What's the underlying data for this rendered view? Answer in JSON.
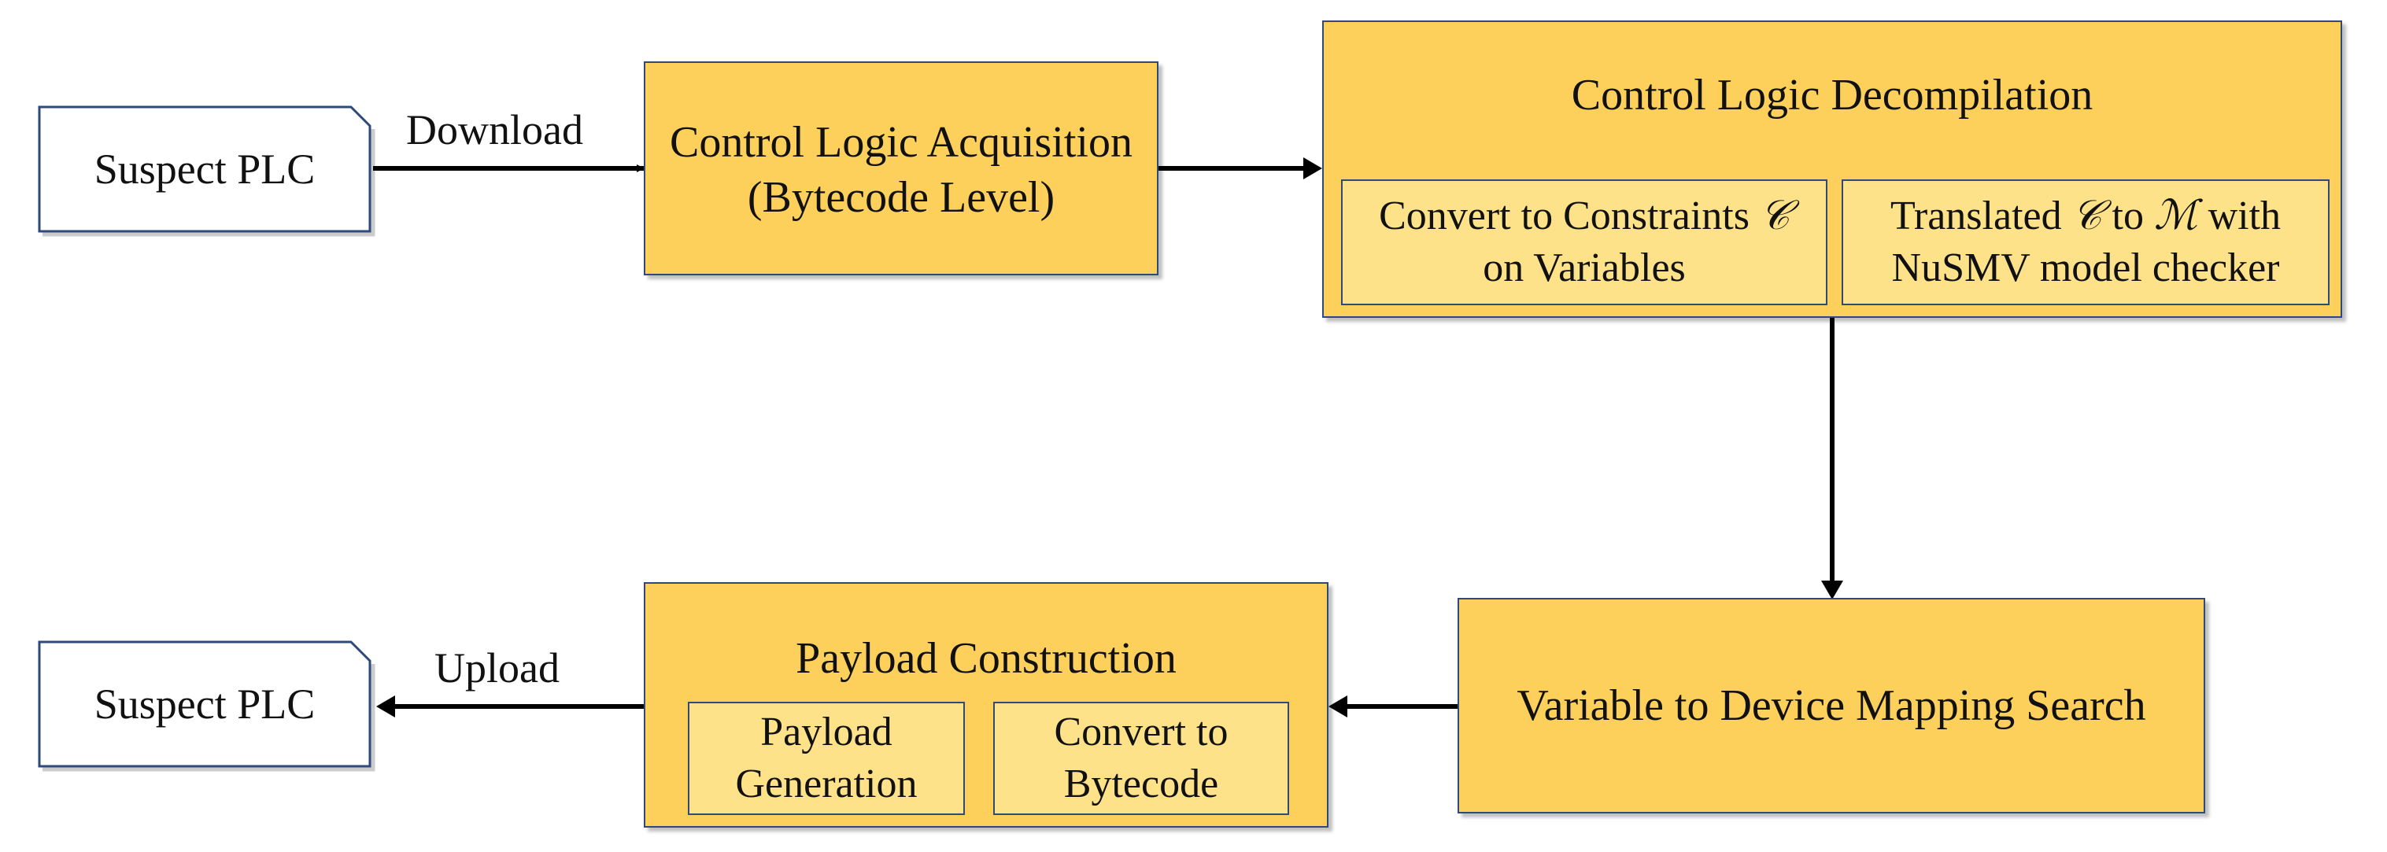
{
  "source_plc": "Suspect PLC",
  "target_plc": "Suspect PLC",
  "edge_download": "Download",
  "edge_upload": "Upload",
  "acquisition": {
    "line1": "Control Logic Acquisition",
    "line2": "(Bytecode Level)"
  },
  "decompilation": {
    "title": "Control Logic Decompilation",
    "constraints": {
      "line1_pre": "Convert to Constraints",
      "symbol_c": "𝒞",
      "line2": "on Variables"
    },
    "translate": {
      "word_translated": "Translated",
      "symbol_c": "𝒞",
      "word_to": "to",
      "symbol_m": "ℳ",
      "word_with": "with",
      "line2": "NuSMV model checker"
    }
  },
  "mapping": {
    "label": "Variable to Device Mapping Search"
  },
  "payload": {
    "title": "Payload Construction",
    "generation": {
      "line1": "Payload",
      "line2": "Generation"
    },
    "bytecode": {
      "line1": "Convert to",
      "line2": "Bytecode"
    }
  },
  "colors": {
    "box_fill": "#fcd05a",
    "inner_fill": "#fde28a",
    "border": "#2e4a7a",
    "arrow": "#000000"
  }
}
